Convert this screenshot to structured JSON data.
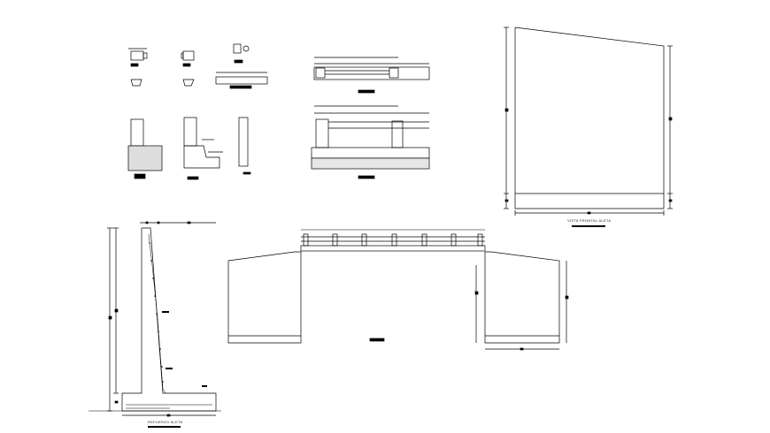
{
  "drawing": {
    "type": "CAD structural detail sheet",
    "views": [
      {
        "id": "front-view-wing",
        "title": "VISTA FRONTAL ALETA"
      },
      {
        "id": "wing-reinforcement",
        "title": "REFUERZO ALETA"
      },
      {
        "id": "bridge-elevation",
        "title": ""
      },
      {
        "id": "railing-plan",
        "title": ""
      },
      {
        "id": "railing-elevation",
        "title": ""
      },
      {
        "id": "post-sections",
        "title": ""
      },
      {
        "id": "wall-sections",
        "title": ""
      }
    ],
    "colors": {
      "line": "#000000",
      "background": "#ffffff",
      "hatch": "#555555"
    }
  }
}
